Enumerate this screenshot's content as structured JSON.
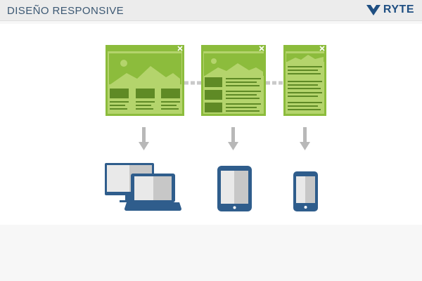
{
  "header": {
    "title": "DISEÑO RESPONSIVE",
    "logo_text": "RYTE",
    "logo_icon": "ryte-chevron-icon"
  },
  "colors": {
    "header_bg": "#ececec",
    "title_text": "#3c5873",
    "logo": "#1f4f82",
    "window_frame": "#8cbc3c",
    "window_body": "#b4d46c",
    "window_dark": "#5f8a25",
    "connector": "#c9c9c9",
    "arrow": "#b8b8b8",
    "device_blue": "#2f5d8c",
    "device_screen_light": "#e9e9e9",
    "device_screen_shade": "#c7c7c7"
  },
  "diagram": {
    "layouts": [
      {
        "name": "desktop-layout",
        "columns": 3,
        "close_icon": "close-icon"
      },
      {
        "name": "tablet-layout",
        "columns": 2,
        "close_icon": "close-icon"
      },
      {
        "name": "mobile-layout",
        "columns": 1,
        "close_icon": "close-icon"
      }
    ],
    "arrows": [
      "down-arrow-icon",
      "down-arrow-icon",
      "down-arrow-icon"
    ],
    "devices": [
      {
        "name": "desktop-and-laptop",
        "icons": [
          "monitor-icon",
          "laptop-icon"
        ]
      },
      {
        "name": "tablet",
        "icons": [
          "tablet-icon"
        ]
      },
      {
        "name": "smartphone",
        "icons": [
          "smartphone-icon"
        ]
      }
    ]
  }
}
